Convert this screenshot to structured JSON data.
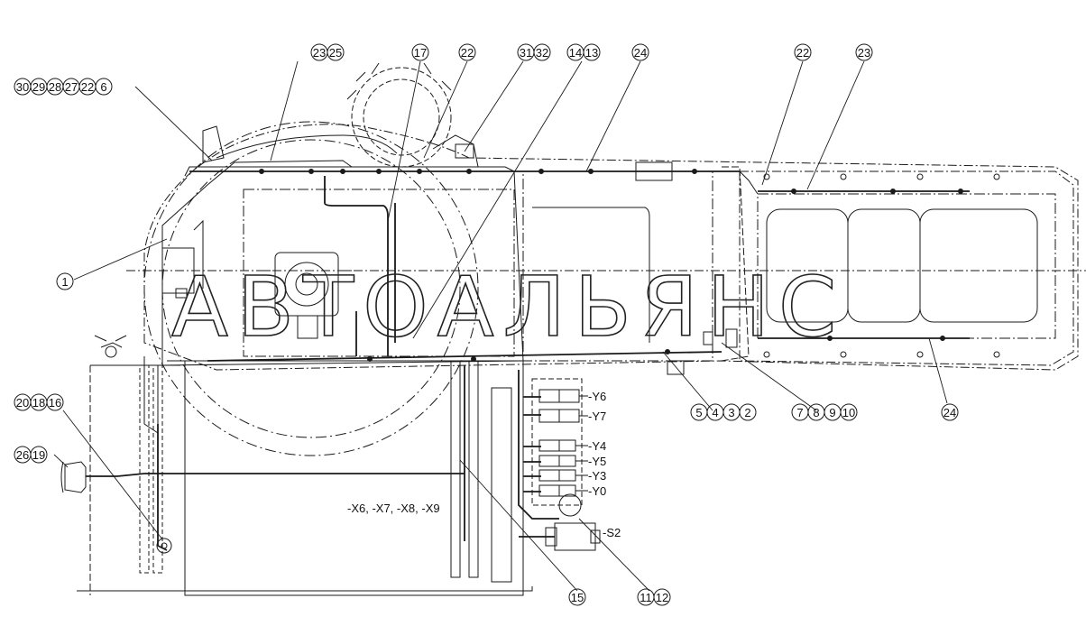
{
  "watermark": "АВТОАЛЬЯНС",
  "callouts": {
    "c1": [
      "30",
      "29",
      "28",
      "27",
      "22",
      "6"
    ],
    "c2": [
      "23",
      "25"
    ],
    "c3": [
      "17"
    ],
    "c4": [
      "22"
    ],
    "c5": [
      "31",
      "32"
    ],
    "c6": [
      "14",
      "13"
    ],
    "c7": [
      "24"
    ],
    "c8": [
      "22"
    ],
    "c9": [
      "23"
    ],
    "c10": [
      "1"
    ],
    "c11": [
      "5",
      "4",
      "3",
      "2"
    ],
    "c12": [
      "7",
      "8",
      "9",
      "10"
    ],
    "c13": [
      "24"
    ],
    "c14": [
      "20",
      "18",
      "16"
    ],
    "c15": [
      "26",
      "19"
    ],
    "c16": [
      "15"
    ],
    "c17": [
      "11",
      "12"
    ]
  },
  "signals": {
    "y6": "-Y6",
    "y7": "-Y7",
    "y4": "-Y4",
    "y5": "-Y5",
    "y3": "-Y3",
    "y0": "-Y0",
    "s2": "-S2",
    "x_group": "-X6, -X7, -X8, -X9"
  },
  "colors": {
    "line": "#1a1a1a",
    "background": "#ffffff"
  }
}
